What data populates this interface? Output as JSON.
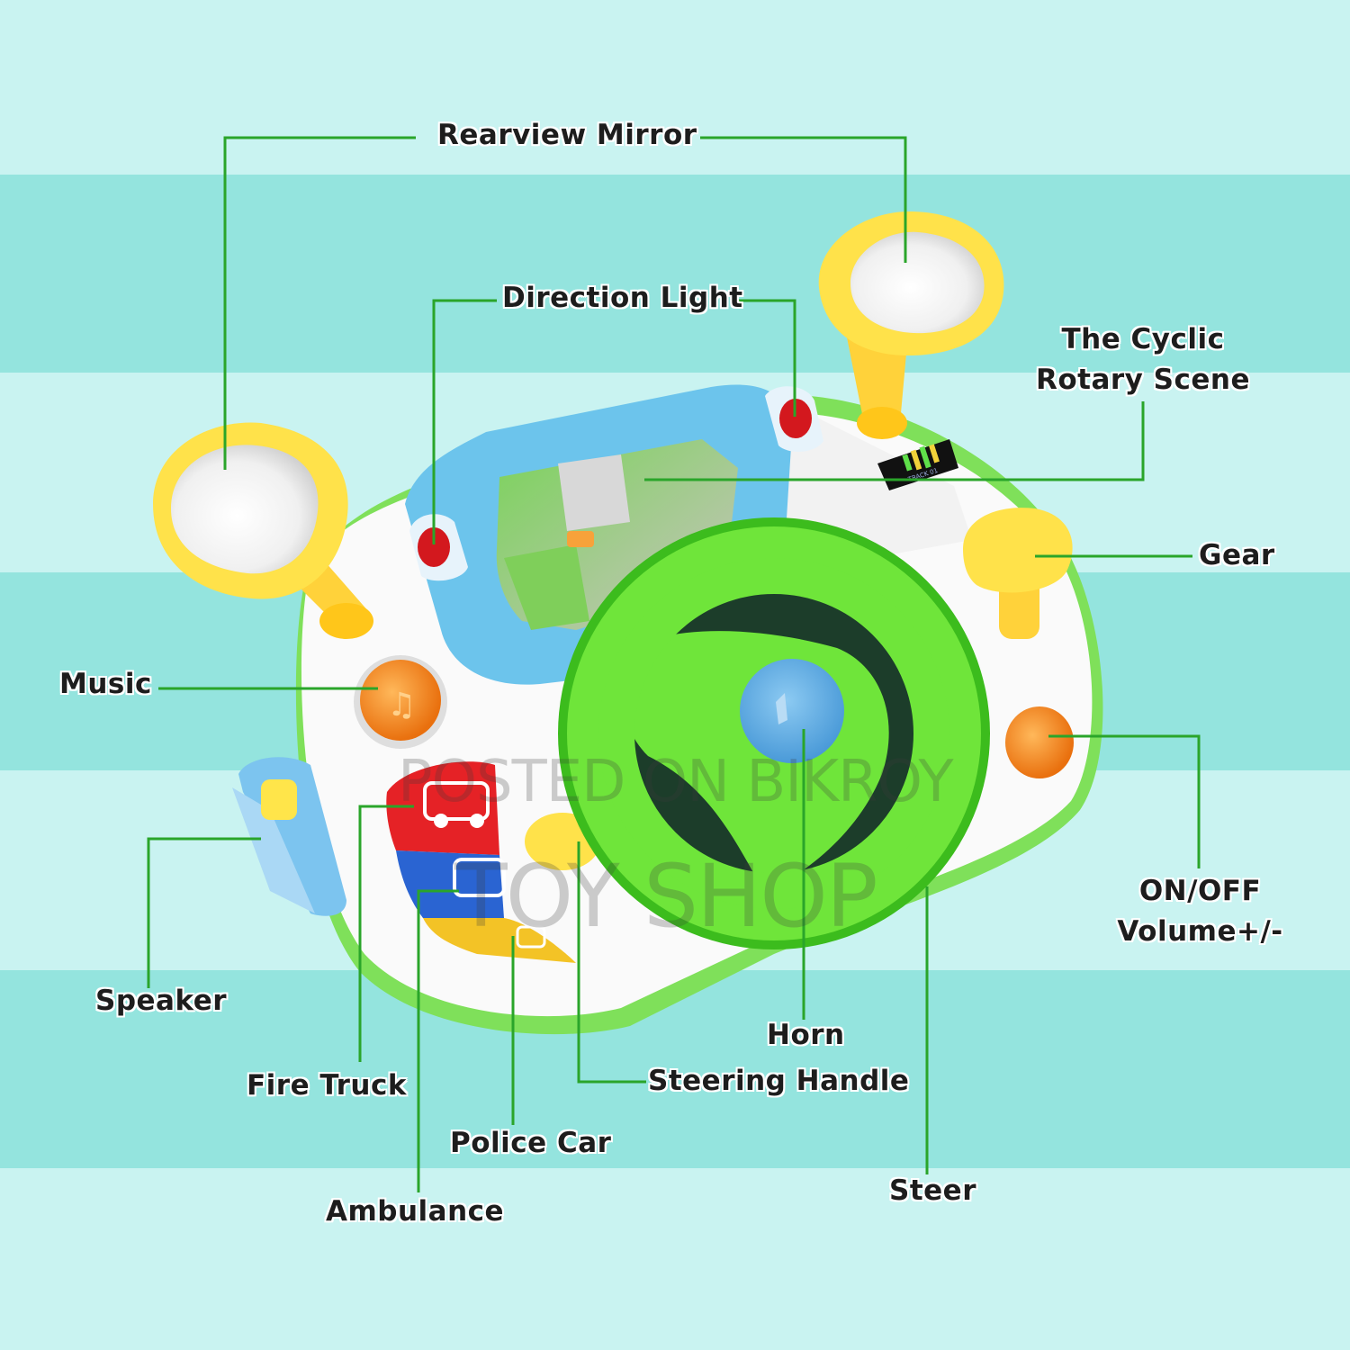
{
  "labels": {
    "rearview_mirror": "Rearview Mirror",
    "direction_light": "Direction Light",
    "cyclic_rotary_scene_line1": "The Cyclic",
    "cyclic_rotary_scene_line2": "Rotary Scene",
    "gear": "Gear",
    "music": "Music",
    "on_off_line1": "ON/OFF",
    "on_off_line2": "Volume+/-",
    "speaker": "Speaker",
    "fire_truck": "Fire Truck",
    "horn": "Horn",
    "steering_handle": "Steering Handle",
    "police_car": "Police Car",
    "ambulance": "Ambulance",
    "steer": "Steer"
  },
  "watermark": {
    "line1": "POSTED ON BIKROY",
    "line2": "TOY SHOP"
  },
  "screen_display": {
    "track_text": "TRACK 01"
  },
  "colors": {
    "background_light": "#c9f3f1",
    "background_band": "#94e4de",
    "leader_line": "#2aa52a",
    "steering_wheel": "#6fe53a",
    "mirror_yellow": "#ffe24a",
    "dashboard_blue": "#6cc4ec",
    "music_orange": "#f58a1c"
  }
}
